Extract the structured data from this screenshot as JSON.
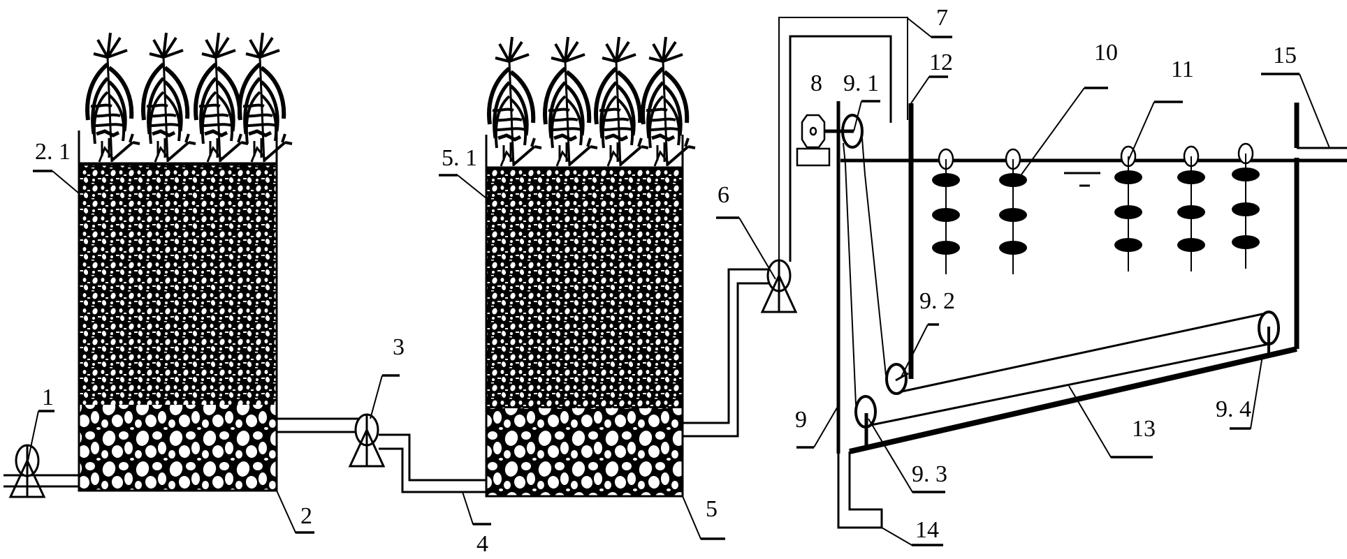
{
  "figure": {
    "description": "Schematic of constructed wetland system with reed beds, pumps and a belt-type float treatment tank",
    "colors": {
      "ink": "#000000",
      "background": "#ffffff"
    }
  },
  "labels": {
    "pump_1": "1",
    "tank_1": "2",
    "tank_1_media": "2. 1",
    "pump_3": "3",
    "pipe_4": "4",
    "tank_2": "5",
    "tank_2_media": "5. 1",
    "pump_6": "6",
    "pipe_7": "7",
    "motor_8": "8",
    "wall_9": "9",
    "roller_9_1": "9. 1",
    "roller_9_2": "9. 2",
    "roller_9_3": "9. 3",
    "roller_9_4": "9. 4",
    "float_10": "10",
    "float_11": "11",
    "baffle_12": "12",
    "belt_13": "13",
    "outlet_14": "14",
    "outlet_15": "15"
  },
  "components": {
    "reed_count_per_tank": 4,
    "float_columns": 5,
    "float_discs_per_column": 3
  }
}
